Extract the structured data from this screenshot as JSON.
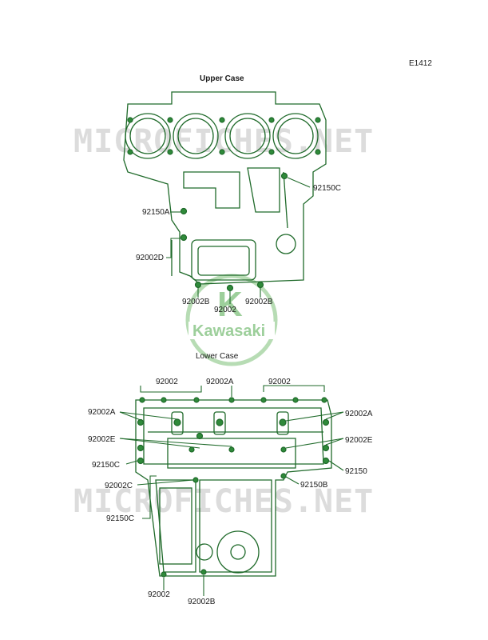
{
  "figure_code": "E1412",
  "sections": {
    "upper_title": "Upper Case",
    "lower_title": "Lower Case"
  },
  "watermark": {
    "top": "MICROFICHES.NET",
    "bottom": "MICROFICHES.NET",
    "logo_text": "Kawasaki",
    "logo_letter": "K"
  },
  "upper_labels": {
    "c92150C": "92150C",
    "c92150A": "92150A",
    "c92002D": "92002D",
    "c92002B_left": "92002B",
    "c92002B_right": "92002B",
    "c92002": "92002"
  },
  "lower_labels": {
    "t92002_left": "92002",
    "t92002A": "92002A",
    "t92002_right": "92002",
    "l92002A": "92002A",
    "r92002A": "92002A",
    "l92002E": "92002E",
    "r92002E": "92002E",
    "l92150C": "92150C",
    "r92150": "92150",
    "r92150B": "92150B",
    "l92002C": "92002C",
    "l92150C_2": "92150C",
    "b92002": "92002",
    "b92002B": "92002B"
  },
  "colors": {
    "line": "#1f6a2a",
    "bolt": "#2f8a3a",
    "watermark": "#dcdcdc",
    "logo": "#7dbf7a"
  }
}
